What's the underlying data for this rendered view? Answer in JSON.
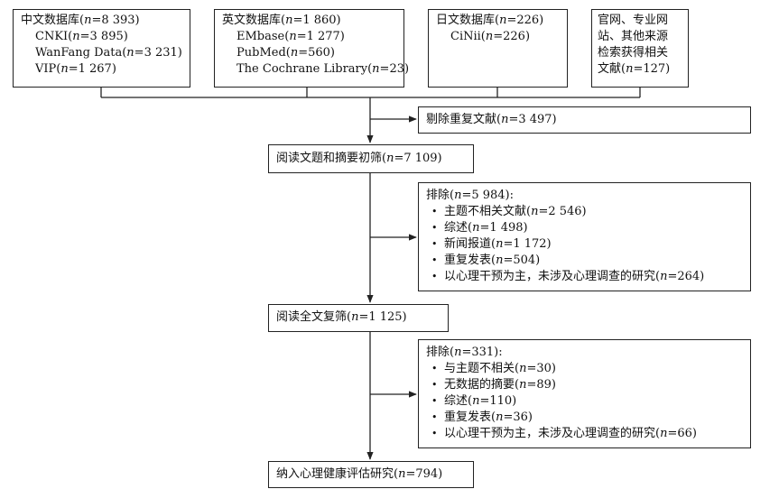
{
  "sources": {
    "chinese": {
      "title": "中文数据库(n=8 393)",
      "items": [
        "CNKI(n=3 895)",
        "WanFang Data(n=3 231)",
        "VIP(n=1 267)"
      ]
    },
    "english": {
      "title": "英文数据库(n=1 860)",
      "items": [
        "EMbase(n=1 277)",
        "PubMed(n=560)",
        "The Cochrane Library(n=23)"
      ]
    },
    "japanese": {
      "title": "日文数据库(n=226)",
      "items": [
        "CiNii(n=226)"
      ]
    },
    "other": {
      "lines": [
        "官网、专业网",
        "站、其他来源",
        "检索获得相关",
        "文献(n=127)"
      ]
    }
  },
  "dedup": "剔除重复文献(n=3 497)",
  "screen1": "阅读文题和摘要初筛(n=7 109)",
  "exclude1": {
    "title": "排除(n=5 984):",
    "items": [
      "主题不相关文献(n=2 546)",
      "综述(n=1 498)",
      "新闻报道(n=1 172)",
      "重复发表(n=504)",
      "以心理干预为主，未涉及心理调查的研究(n=264)"
    ]
  },
  "screen2": "阅读全文复筛(n=1 125)",
  "exclude2": {
    "title": "排除(n=331):",
    "items": [
      "与主题不相关(n=30)",
      "无数据的摘要(n=89)",
      "综述(n=110)",
      "重复发表(n=36)",
      "以心理干预为主，未涉及心理调查的研究(n=66)"
    ]
  },
  "final": "纳入心理健康评估研究(n=794)"
}
